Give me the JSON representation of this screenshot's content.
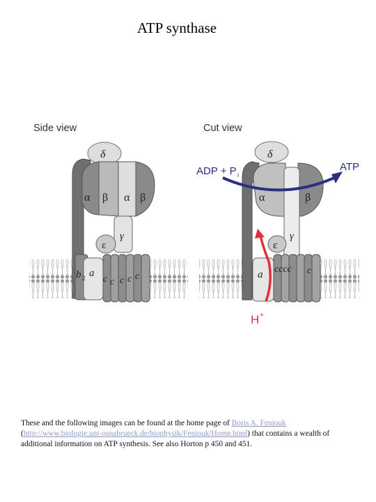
{
  "title": "ATP synthase",
  "figure": {
    "side_view": {
      "heading": "Side view",
      "labels": {
        "delta": "δ",
        "alpha1": "α",
        "beta": "β",
        "alpha2": "α",
        "gamma": "γ",
        "epsilon": "ε",
        "b": "b",
        "b_sub": "2",
        "a": "a",
        "c1": "c",
        "c2": "c",
        "c3": "c",
        "c4": "c",
        "c5": "c"
      }
    },
    "cut_view": {
      "heading": "Cut view",
      "labels": {
        "delta": "δ",
        "alpha": "α",
        "beta": "β",
        "gamma": "γ",
        "epsilon": "ε",
        "a": "a",
        "c_group": "cccc",
        "c_right": "c"
      },
      "adp_label": "ADP + P",
      "adp_sub": "i",
      "atp_label": "ATP",
      "proton_label": "H",
      "proton_sup": "+"
    },
    "colors": {
      "arrow_blue": "#2b2f82",
      "proton_red": "#e0303a",
      "dark_gray": "#6f6f6f",
      "mid_gray": "#a3a3a3",
      "light_gray": "#dedede"
    }
  },
  "caption": {
    "text_before_link": "These and the following images can be found at the home page of ",
    "link1": "Boris A. Feniouk",
    "text_paren_open": " (",
    "link2": "http://www.biologie.uni-osnabrueck.de/biophysik/Feniouk/Home.html",
    "text_after": ") that contains a wealth of additional information on ATP synthesis.  See also Horton p 450 and 451."
  }
}
